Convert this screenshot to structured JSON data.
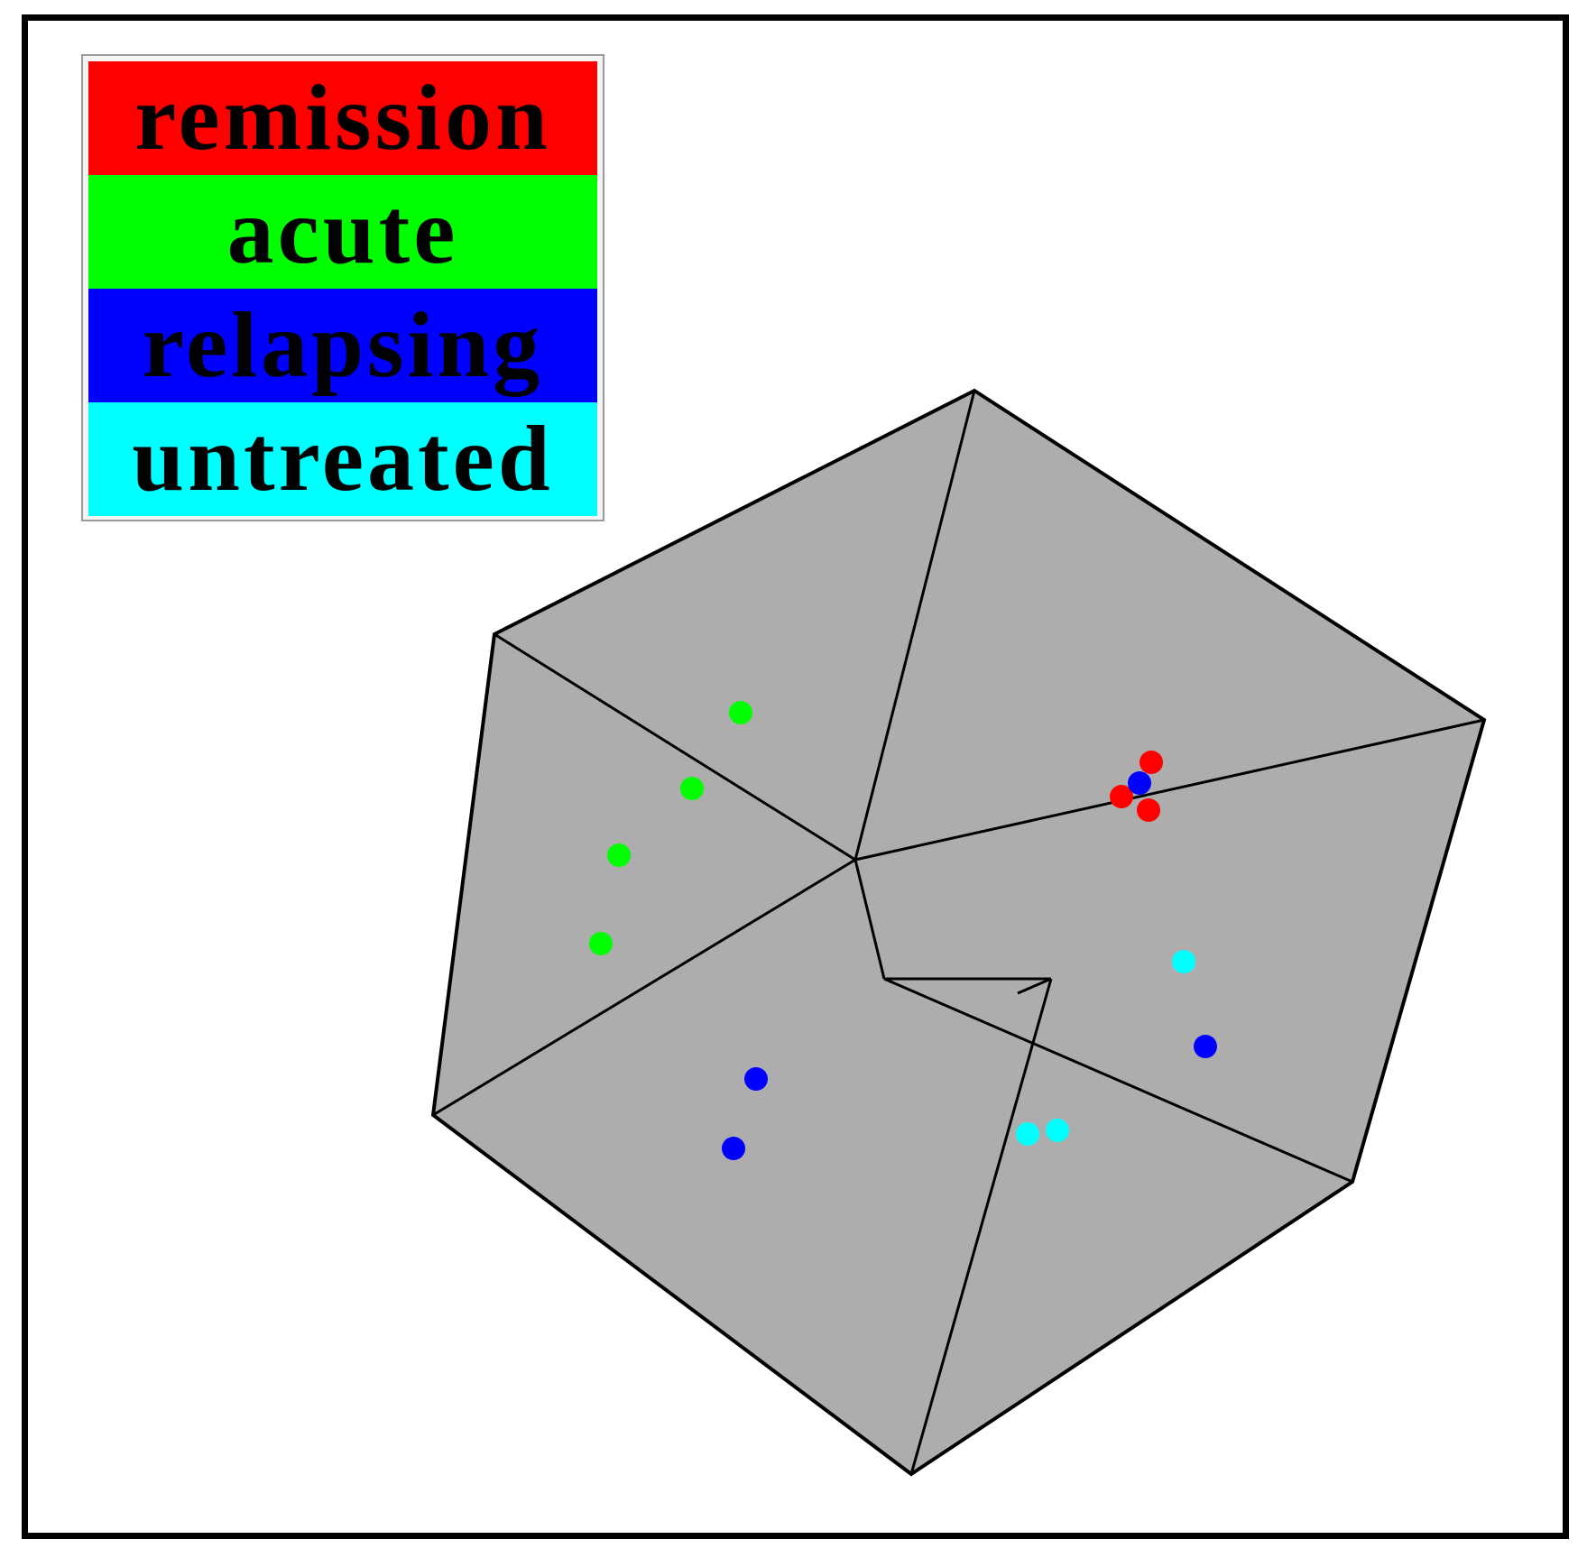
{
  "chart_data": {
    "type": "scatter",
    "title": "",
    "series": [
      {
        "name": "remission",
        "color": "#ff0000"
      },
      {
        "name": "acute",
        "color": "#00ff00"
      },
      {
        "name": "relapsing",
        "color": "#0000ff"
      },
      {
        "name": "untreated",
        "color": "#00ffff"
      }
    ],
    "legend_position": "top-left",
    "grid": false,
    "box_color": "#adadad"
  }
}
